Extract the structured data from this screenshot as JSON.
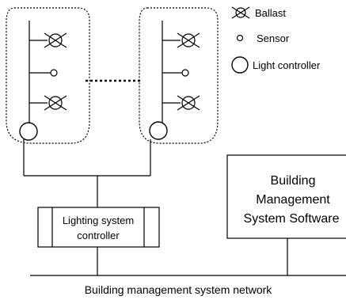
{
  "legend": {
    "ballast": "Ballast",
    "sensor": "Sensor",
    "light_controller": "Light controller"
  },
  "lighting_controller": {
    "line1": "Lighting system",
    "line2": "controller"
  },
  "bms_software": {
    "line1": "Building",
    "line2": "Management",
    "line3": "System Software"
  },
  "network_label": "Building management system network"
}
